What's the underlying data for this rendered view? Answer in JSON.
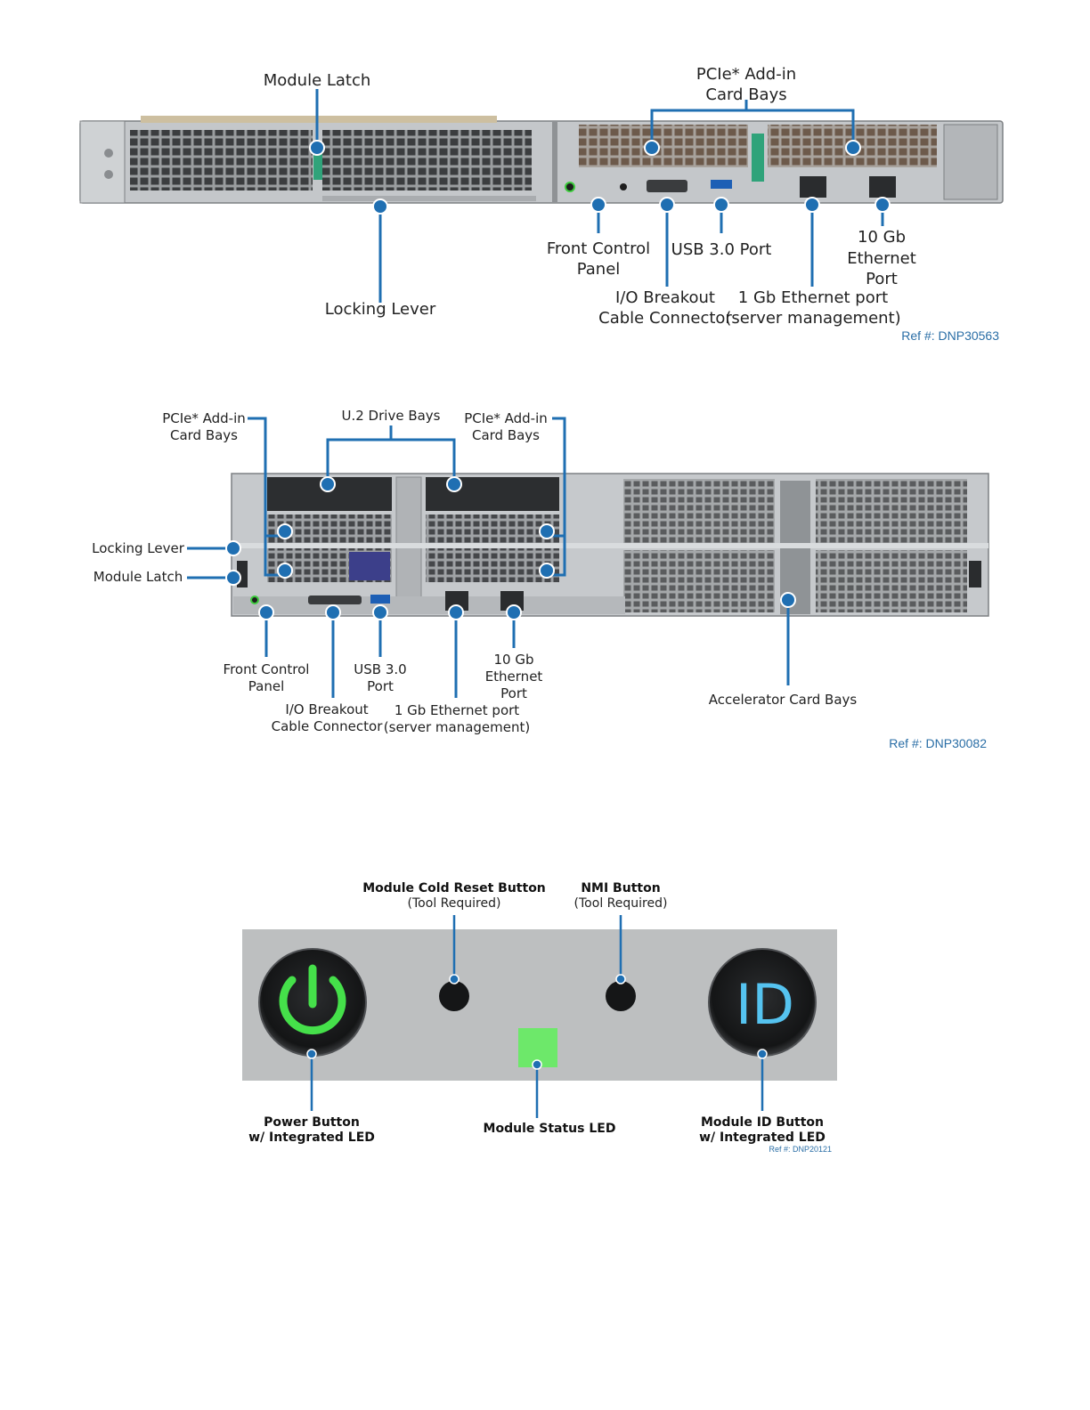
{
  "colors": {
    "callout": "#1f6fb2",
    "chassis": "#b9bcbf",
    "chassis_dark": "#6b6e71",
    "panel_bg": "#bdbfc0",
    "power_led": "#45e04a",
    "status_led": "#6de86a",
    "id_led": "#55c3f0",
    "ref_text": "#2a6ea6"
  },
  "figure1": {
    "labels": {
      "module_latch": "Module Latch",
      "pcie_1": "PCIe* Add-in",
      "pcie_2": "Card Bays",
      "locking_lever": "Locking Lever",
      "front_control_1": "Front Control",
      "front_control_2": "Panel",
      "usb": "USB 3.0 Port",
      "gb10_1": "10 Gb",
      "gb10_2": "Ethernet",
      "gb10_3": "Port",
      "io_1": "I/O Breakout",
      "io_2": "Cable Connector",
      "gb1_1": "1 Gb Ethernet port",
      "gb1_2": "(server management)"
    },
    "ref": "Ref #:  DNP30563"
  },
  "figure2": {
    "labels": {
      "pcie_left_1": "PCIe* Add-in",
      "pcie_left_2": "Card Bays",
      "u2": "U.2 Drive Bays",
      "pcie_right_1": "PCIe* Add-in",
      "pcie_right_2": "Card Bays",
      "locking_lever": "Locking Lever",
      "module_latch": "Module Latch",
      "front_control_1": "Front Control",
      "front_control_2": "Panel",
      "usb_1": "USB 3.0",
      "usb_2": "Port",
      "gb10_1": "10 Gb",
      "gb10_2": "Ethernet",
      "gb10_3": "Port",
      "io_1": "I/O Breakout",
      "io_2": "Cable Connector",
      "gb1_1": "1 Gb Ethernet port",
      "gb1_2": "(server management)",
      "accel": "Accelerator Card Bays"
    },
    "ref": "Ref #:  DNP30082"
  },
  "figure3": {
    "labels": {
      "cold_reset_1": "Module Cold Reset Button",
      "cold_reset_2": "(Tool Required)",
      "nmi_1": "NMI Button",
      "nmi_2": "(Tool Required)",
      "power_1": "Power Button",
      "power_2": "w/ Integrated LED",
      "status": "Module Status LED",
      "id_1": "Module ID Button",
      "id_2": "w/ Integrated LED",
      "id_glyph": "ID"
    },
    "ref": "Ref #:  DNP20121"
  }
}
